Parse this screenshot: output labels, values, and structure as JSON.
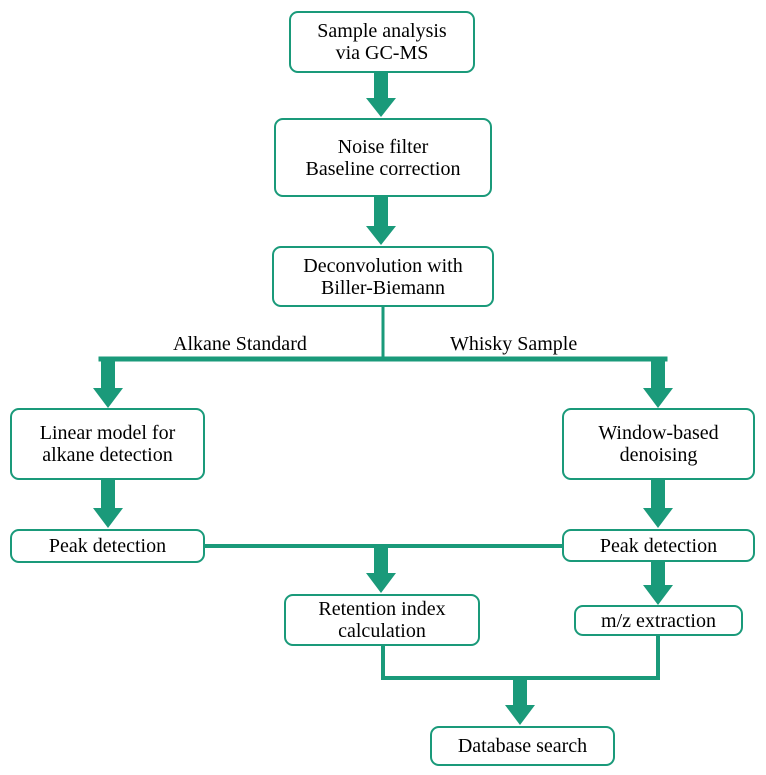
{
  "colors": {
    "accent": "#1a9a7a",
    "text": "#000000",
    "background": "#ffffff"
  },
  "nodes": {
    "sample_analysis": "Sample analysis\nvia GC-MS",
    "noise_filter": "Noise filter\nBaseline correction",
    "deconvolution": "Deconvolution with\nBiller-Biemann",
    "linear_model": "Linear model for\nalkane detection",
    "window_denoising": "Window-based\ndenoising",
    "peak_detection_left": "Peak detection",
    "peak_detection_right": "Peak detection",
    "retention_index": "Retention index\ncalculation",
    "mz_extraction": "m/z extraction",
    "database_search": "Database search"
  },
  "branch_labels": {
    "left": "Alkane Standard",
    "right": "Whisky Sample"
  },
  "edges": [
    {
      "from": "sample_analysis",
      "to": "noise_filter",
      "type": "arrow"
    },
    {
      "from": "noise_filter",
      "to": "deconvolution",
      "type": "arrow"
    },
    {
      "from": "deconvolution",
      "to": "linear_model",
      "type": "arrow",
      "label": "Alkane Standard"
    },
    {
      "from": "deconvolution",
      "to": "window_denoising",
      "type": "arrow",
      "label": "Whisky Sample"
    },
    {
      "from": "linear_model",
      "to": "peak_detection_left",
      "type": "arrow"
    },
    {
      "from": "window_denoising",
      "to": "peak_detection_right",
      "type": "arrow"
    },
    {
      "from": "peak_detection_left",
      "to": "retention_index",
      "type": "arrow"
    },
    {
      "from": "peak_detection_right",
      "to": "retention_index",
      "type": "arrow"
    },
    {
      "from": "peak_detection_right",
      "to": "mz_extraction",
      "type": "arrow"
    },
    {
      "from": "retention_index",
      "to": "database_search",
      "type": "arrow"
    },
    {
      "from": "mz_extraction",
      "to": "database_search",
      "type": "arrow"
    }
  ]
}
